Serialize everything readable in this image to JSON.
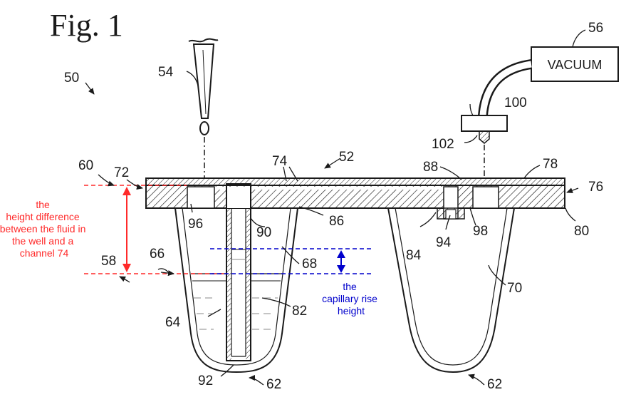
{
  "figure": {
    "title": "Fig. 1",
    "vacuum_label": "VACUUM"
  },
  "refs": {
    "r50": "50",
    "r52": "52",
    "r54": "54",
    "r56": "56",
    "r58": "58",
    "r60": "60",
    "r62a": "62",
    "r62b": "62",
    "r64": "64",
    "r66": "66",
    "r68": "68",
    "r70": "70",
    "r72": "72",
    "r74": "74",
    "r76": "76",
    "r78": "78",
    "r80": "80",
    "r82": "82",
    "r84": "84",
    "r86": "86",
    "r88": "88",
    "r90": "90",
    "r92": "92",
    "r94": "94",
    "r96": "96",
    "r98": "98",
    "r100": "100",
    "r102": "102"
  },
  "annotations": {
    "height_difference": [
      "the",
      "height difference",
      "between the fluid in",
      "the well and a",
      "channel 74"
    ],
    "capillary_rise": [
      "the",
      "capillary rise",
      "height"
    ]
  },
  "colors": {
    "ink": "#1a1a1a",
    "red_annotation": "#ff2a2a",
    "blue_annotation": "#0000cc"
  }
}
